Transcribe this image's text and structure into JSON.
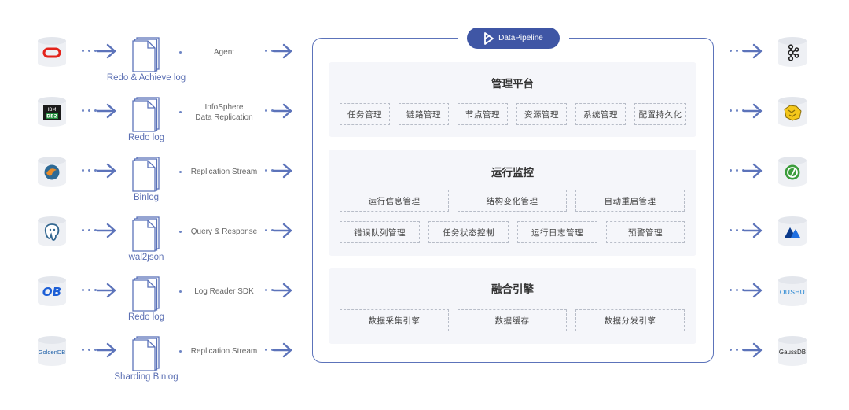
{
  "sources": [
    {
      "logo": "oracle-icon",
      "doc_label": "Redo & Achieve log",
      "protocol": [
        "Agent"
      ]
    },
    {
      "logo": "ibm-db2-icon",
      "logo_text": "IBM DB2",
      "doc_label": "Redo log",
      "protocol": [
        "InfoSphere",
        "Data Replication"
      ]
    },
    {
      "logo": "mysql-icon",
      "doc_label": "Binlog",
      "protocol": [
        "Replication Stream"
      ]
    },
    {
      "logo": "postgresql-icon",
      "doc_label": "wal2json",
      "protocol": [
        "Query & Response"
      ]
    },
    {
      "logo": "oceanbase-icon",
      "logo_text": "OB",
      "doc_label": "Redo log",
      "protocol": [
        "Log Reader SDK"
      ]
    },
    {
      "logo": "goldendb-icon",
      "logo_text": "GoldenDB",
      "doc_label": "Sharding Binlog",
      "protocol": [
        "Replication Stream"
      ]
    }
  ],
  "core": {
    "brand": "DataPipeline",
    "panels": [
      {
        "title": "管理平台",
        "items": [
          "任务管理",
          "链路管理",
          "节点管理",
          "资源管理",
          "系统管理",
          "配置持久化"
        ]
      },
      {
        "title": "运行监控",
        "items": [
          "运行信息管理",
          "结构变化管理",
          "自动重启管理",
          "错误队列管理",
          "任务状态控制",
          "运行日志管理",
          "预警管理"
        ]
      },
      {
        "title": "融合引擎",
        "items": [
          "数据采集引擎",
          "数据缓存",
          "数据分发引擎"
        ]
      }
    ]
  },
  "targets": [
    {
      "logo": "kafka-icon"
    },
    {
      "logo": "hive-icon"
    },
    {
      "logo": "greenplum-icon"
    },
    {
      "logo": "tidb-icon"
    },
    {
      "logo": "oushu-icon",
      "logo_text": "OUSHU"
    },
    {
      "logo": "gaussdb-icon",
      "logo_text": "GaussDB"
    }
  ],
  "colors": {
    "accent": "#5c73ba",
    "brand": "#3f56a5",
    "panel_bg": "#f5f6fa",
    "oracle": "#e3231b",
    "db2": "#1f8a3a",
    "oceanbase": "#1d5fd6"
  }
}
